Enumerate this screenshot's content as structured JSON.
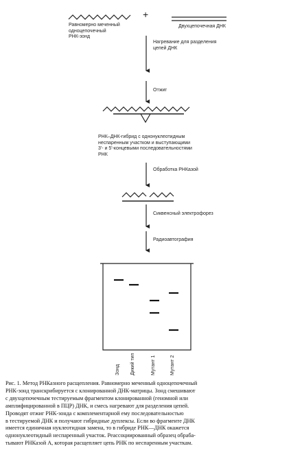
{
  "labels": {
    "probe": [
      "Равномерно меченный",
      "одноцепочечный",
      "РНК-зонд"
    ],
    "plus": "+",
    "dsdna": "Двухцепочечная ДНК",
    "step_heat": [
      "Нагревание для разделения",
      "цепей ДНК"
    ],
    "step_anneal": "Отжиг",
    "hybrid": [
      "РНК–ДНК-гибрид с однонуклеотидным",
      "неспаренным участком и выступающими",
      "3'- и 5'-концевыми последовательностями",
      "РНК"
    ],
    "step_rnase": "Обработка РНКазой",
    "step_electro": "Сиквенсный электрофорез",
    "step_autorad": "Радиоавтография"
  },
  "gel": {
    "lanes": [
      "Зонд",
      "Дикий тип",
      "Мутант 1",
      "Мутант 2"
    ]
  },
  "caption": [
    "Рис. 1. Метод РНКазного расщепления. Равномерно меченный одноцепочечный",
    "РНК-зонд транскрибируется с клонированной ДНК-матрицы. Зонд смешивают",
    "с двухцепочечным тестируемым фрагментом клонированной (геномной или",
    "амплифицированной в ПЦР) ДНК, и смесь нагревают для разделения цепей.",
    "Проводят отжиг РНК-зонда с комплементарной ему последовательностью",
    "в тестируемой ДНК и получают гибридные дуплексы. Если во фрагменте ДНК",
    "имеется единичная нуклеотидная замена, то в гибриде РНК—ДНК окажется",
    "однонуклеотидный неспаренный участок. Реассоциированный образец обраба-",
    "тывают РНКазой А, которая расщепляет цепь РНК по неспаренным участкам."
  ]
}
